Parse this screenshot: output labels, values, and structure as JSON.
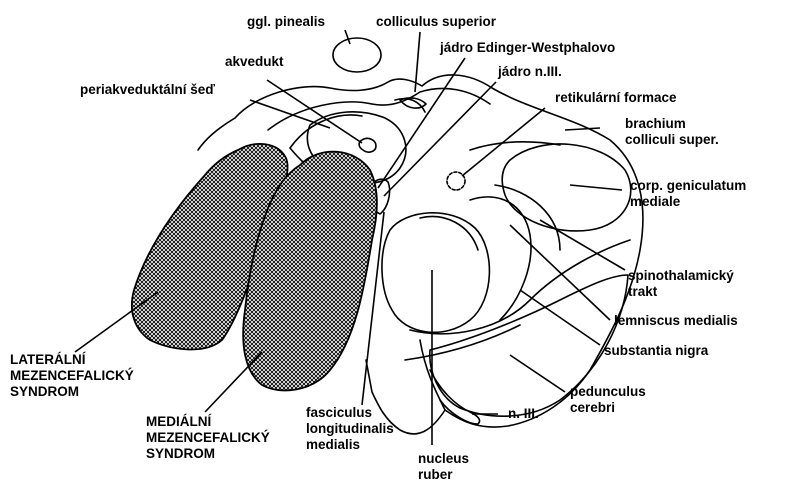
{
  "labels": {
    "ggl_pinealis": "ggl. pinealis",
    "colliculus_superior": "colliculus superior",
    "akvedukt": "akvedukt",
    "jadro_ew": "jádro Edinger-Westphalovo",
    "jadro_n3": "jádro n.III.",
    "periakveduktalni": "periakveduktální šeď",
    "retikularni": "retikulární formace",
    "brachium_1": "brachium",
    "brachium_2": "colliculi super.",
    "corp_gen_1": "corp. geniculatum",
    "corp_gen_2": "mediale",
    "spinothal_1": "spinothalamický",
    "spinothal_2": "trakt",
    "lemniscus": "lemniscus medialis",
    "substantia": "substantia nigra",
    "pedunculus_1": "pedunculus",
    "pedunculus_2": "cerebri",
    "n3": "n. III.",
    "nucleus_1": "nucleus",
    "nucleus_2": "ruber",
    "fasciculus_1": "fasciculus",
    "fasciculus_2": "longitudinalis",
    "fasciculus_3": "medialis",
    "lateral_1": "LATERÁLNÍ",
    "lateral_2": "MEZENCEFALICKÝ",
    "lateral_3": "SYNDROM",
    "medial_1": "MEDIÁLNÍ",
    "medial_2": "MEZENCEFALICKÝ",
    "medial_3": "SYNDROM"
  }
}
